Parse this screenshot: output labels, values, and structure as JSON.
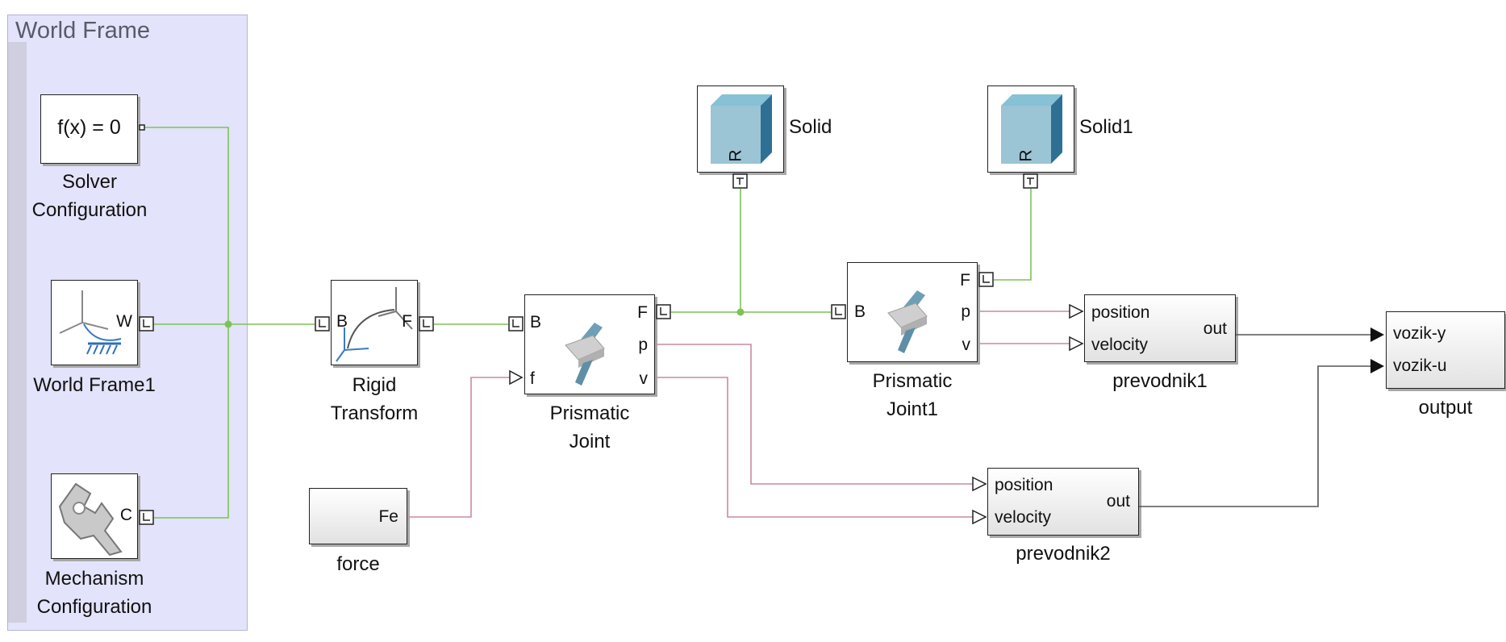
{
  "area": {
    "title": "World Frame",
    "color": "#e3e3fb"
  },
  "colors": {
    "physical_line": "#7cc356",
    "signal_line": "#c98b9c",
    "port_label": "#e8000b",
    "cube": "#5f9cb6"
  },
  "blocks": {
    "solver": {
      "text": "f(x) = 0",
      "name": "Solver\nConfiguration"
    },
    "world": {
      "name": "World Frame1",
      "ports": [
        "W"
      ]
    },
    "mechanism": {
      "name": "Mechanism\nConfiguration",
      "ports": [
        "C"
      ]
    },
    "rigid": {
      "name": "Rigid\nTransform",
      "ports": [
        "B",
        "F"
      ]
    },
    "prismatic": {
      "name": "Prismatic\nJoint",
      "ports": [
        "B",
        "f",
        "F",
        "p",
        "v"
      ]
    },
    "prismatic1": {
      "name": "Prismatic\nJoint1",
      "ports": [
        "B",
        "F",
        "p",
        "v"
      ]
    },
    "solid": {
      "name": "Solid",
      "ports": [
        "R"
      ]
    },
    "solid1": {
      "name": "Solid1",
      "ports": [
        "R"
      ]
    },
    "force": {
      "name": "force",
      "ports": [
        "Fe"
      ]
    },
    "prevodnik1": {
      "name": "prevodnik1",
      "inputs": [
        "position",
        "velocity"
      ],
      "output": "out"
    },
    "prevodnik2": {
      "name": "prevodnik2",
      "inputs": [
        "position",
        "velocity"
      ],
      "output": "out"
    },
    "output": {
      "name": "output",
      "inputs": [
        "vozik-y",
        "vozik-u"
      ]
    }
  }
}
